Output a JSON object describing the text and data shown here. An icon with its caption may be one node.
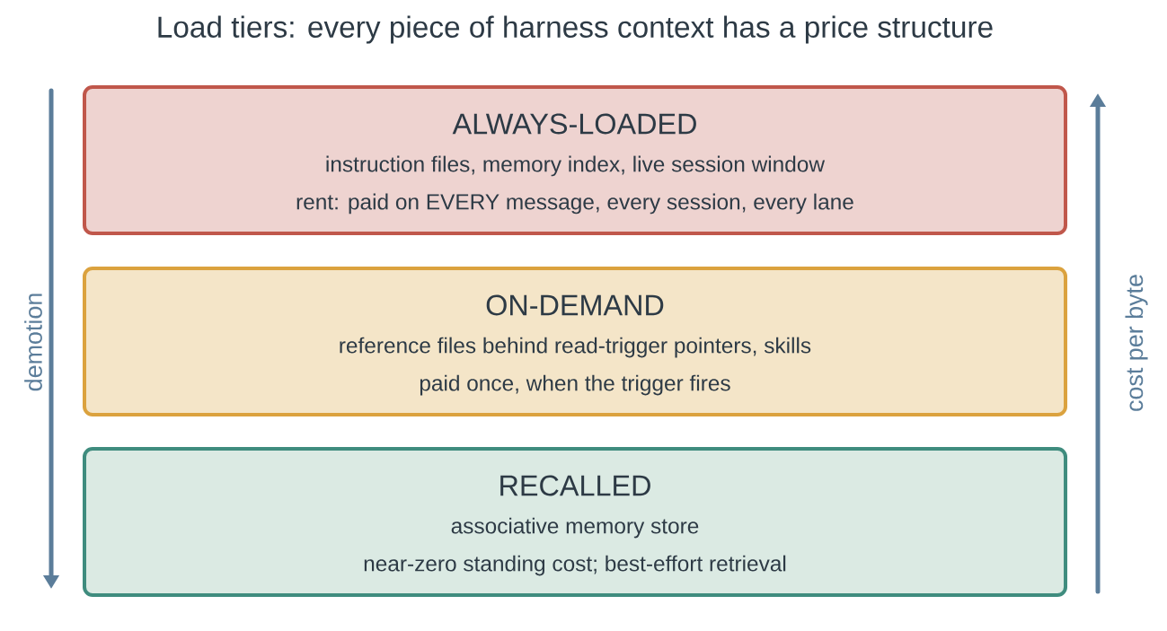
{
  "diagram": {
    "title": "Load tiers: every piece of harness context has a price structure",
    "nodes": [
      {
        "text": [
          "ALWAYS-LOADED",
          "instruction files, memory index, live session window",
          "rent: paid on EVERY message, every session, every lane"
        ]
      },
      {
        "text": [
          "ON-DEMAND",
          "reference files behind read-trigger pointers, skills",
          "paid once, when the trigger fires"
        ]
      },
      {
        "text": [
          "RECALLED",
          "associative memory store",
          "near-zero standing cost; best-effort retrieval"
        ]
      }
    ],
    "labels": [
      "demotion",
      "cost per byte"
    ]
  }
}
